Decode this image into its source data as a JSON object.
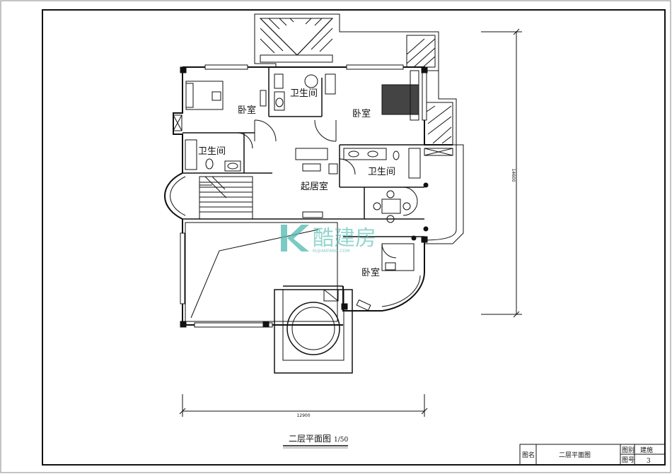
{
  "drawing": {
    "title": "二层平面图",
    "scale": "1/50",
    "dimensions": {
      "overall_width": "12900",
      "overall_height": "14600"
    },
    "rooms": {
      "bedroom_nw": "卧室",
      "bathroom_n": "卫生间",
      "bedroom_ne": "卧室",
      "bathroom_w": "卫生间",
      "bathroom_e": "卫生间",
      "living_room": "起居室",
      "bedroom_se": "卧室"
    }
  },
  "title_block": {
    "name_label": "图名",
    "name_value": "二层平面图",
    "category_label": "图别",
    "category_value": "建施",
    "number_label": "图号",
    "number_value": "3"
  },
  "watermark": {
    "brand": "酷建房",
    "url": "KUJIANFANG.COM",
    "color": "#4fb9b0"
  }
}
